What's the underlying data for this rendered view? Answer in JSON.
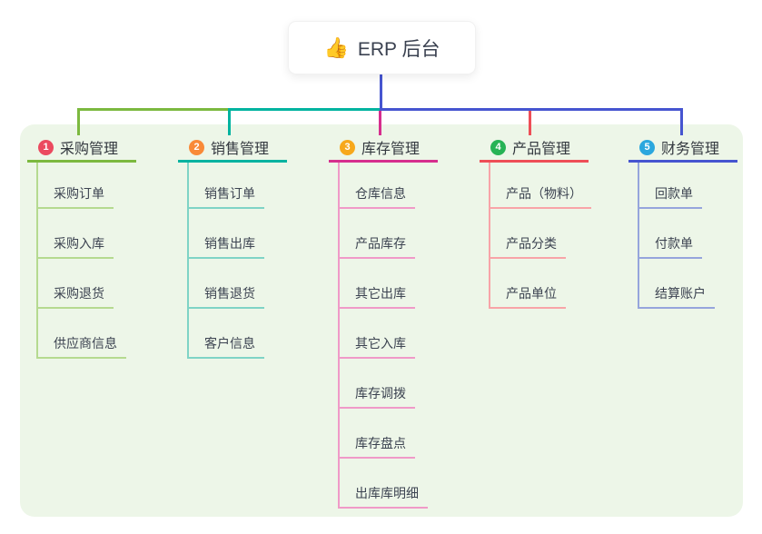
{
  "root": {
    "icon": "👍",
    "label": "ERP 后台"
  },
  "connector_color": "#4655d0",
  "panel_color": "#edf6e8",
  "branches": [
    {
      "num": "1",
      "label": "采购管理",
      "color": "#7cb93f",
      "color_light": "#b5da90",
      "badge_color": "#eb4a5f",
      "children": [
        "采购订单",
        "采购入库",
        "采购退货",
        "供应商信息"
      ]
    },
    {
      "num": "2",
      "label": "销售管理",
      "color": "#00b3a0",
      "color_light": "#7fd4c6",
      "badge_color": "#f98a38",
      "children": [
        "销售订单",
        "销售出库",
        "销售退货",
        "客户信息"
      ]
    },
    {
      "num": "3",
      "label": "库存管理",
      "color": "#d62e8e",
      "color_light": "#f09ac8",
      "badge_color": "#f7a81b",
      "children": [
        "仓库信息",
        "产品库存",
        "其它出库",
        "其它入库",
        "库存调拨",
        "库存盘点",
        "出库库明细"
      ]
    },
    {
      "num": "4",
      "label": "产品管理",
      "color": "#ee4e57",
      "color_light": "#f8a4a8",
      "badge_color": "#27b355",
      "children": [
        "产品（物料）",
        "产品分类",
        "产品单位"
      ]
    },
    {
      "num": "5",
      "label": "财务管理",
      "color": "#4655d0",
      "color_light": "#96a5dc",
      "badge_color": "#2ba7de",
      "children": [
        "回款单",
        "付款单",
        "结算账户"
      ]
    }
  ]
}
